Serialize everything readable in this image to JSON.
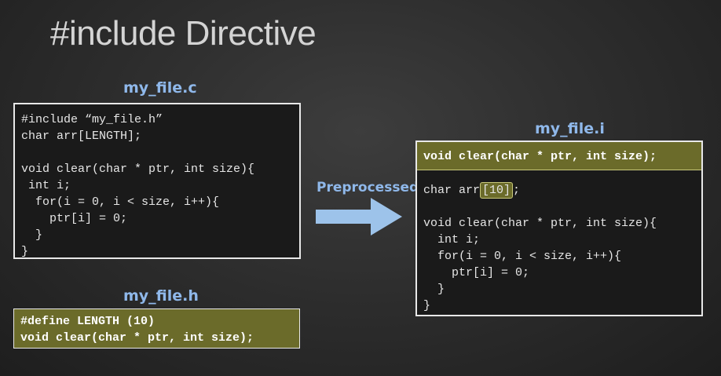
{
  "slide": {
    "title": "#include Directive"
  },
  "file_c": {
    "label": "my_file.c",
    "lines": [
      "#include “my_file.h”",
      "char arr[LENGTH];",
      "",
      "void clear(char * ptr, int size){",
      " int i;",
      "  for(i = 0, i < size, i++){",
      "    ptr[i] = 0;",
      "  }",
      "}"
    ]
  },
  "file_h": {
    "label": "my_file.h",
    "lines": [
      "#define LENGTH (10)",
      "void clear(char * ptr, int size);"
    ]
  },
  "arrow": {
    "label": "Preprocessed"
  },
  "file_i": {
    "label": "my_file.i",
    "highlight_line": "void clear(char * ptr, int size);",
    "arr_prefix": "char arr",
    "arr_highlight": "[10]",
    "arr_suffix": ";",
    "lines": [
      "void clear(char * ptr, int size){",
      "  int i;",
      "  for(i = 0, i < size, i++){",
      "    ptr[i] = 0;",
      "  }",
      "}"
    ]
  },
  "colors": {
    "label": "#8fb8ea",
    "highlight": "#6b6b2a",
    "arrow": "#9dc3ea"
  }
}
